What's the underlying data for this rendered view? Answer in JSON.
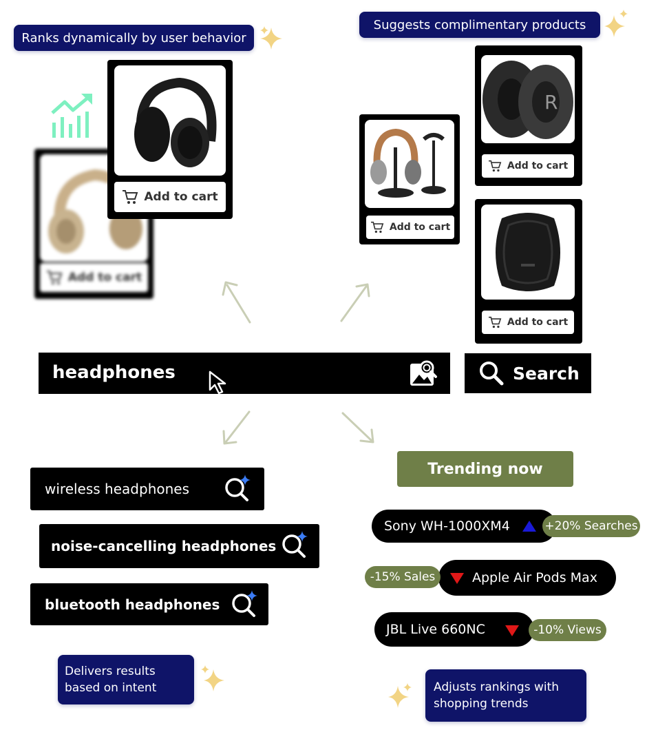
{
  "callouts": {
    "ranks": "Ranks dynamically by user behavior",
    "suggests": "Suggests complimentary products",
    "delivers": "Delivers results based on intent",
    "adjusts": "Adjusts rankings with shopping trends"
  },
  "product_cards": [
    {
      "button_label": "Add to cart",
      "image": "beige-headphones",
      "blurred": true
    },
    {
      "button_label": "Add to cart",
      "image": "black-headphones"
    },
    {
      "button_label": "Add to cart",
      "image": "headphone-stand"
    },
    {
      "button_label": "Add to cart",
      "image": "ear-cushions"
    },
    {
      "button_label": "Add to cart",
      "image": "headphone-case"
    }
  ],
  "search": {
    "query": "headphones",
    "button_label": "Search"
  },
  "suggestions": [
    {
      "label": "wireless headphones"
    },
    {
      "label": "noise-cancelling headphones"
    },
    {
      "label": "bluetooth headphones"
    }
  ],
  "trending": {
    "heading": "Trending now",
    "items": [
      {
        "name": "Sony WH-1000XM4",
        "direction": "up",
        "change": "+20% Searches"
      },
      {
        "name": "Apple Air Pods Max",
        "direction": "down",
        "change": "-15% Sales"
      },
      {
        "name": "JBL Live 660NC",
        "direction": "down",
        "change": "-10% Views"
      }
    ]
  },
  "colors": {
    "navy": "#0f1468",
    "olive": "#6f7f48",
    "arrow": "#c9ceb5",
    "sparkle": "#f2d484",
    "ai_star": "#3b7cf5",
    "up": "#1a1ad8",
    "down": "#e01818",
    "trend_icon": "#7ef0c0"
  }
}
